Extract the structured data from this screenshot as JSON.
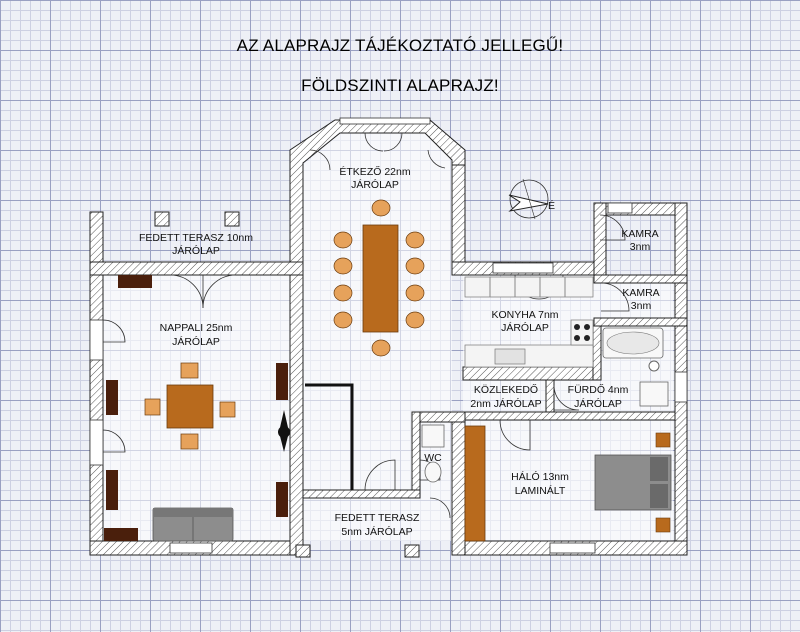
{
  "header": {
    "line1": "AZ ALAPRAJZ TÁJÉKOZTATÓ JELLEGŰ!",
    "line2": "FÖLDSZINTI ALAPRAJZ!"
  },
  "rooms": {
    "etkezo": {
      "name": "ÉTKEZŐ 22nm",
      "floor": "JÁRÓLAP"
    },
    "fedett_terasz_top": {
      "name": "FEDETT TERASZ 10nm",
      "floor": "JÁRÓLAP"
    },
    "nappali": {
      "name": "NAPPALI 25nm",
      "floor": "JÁRÓLAP"
    },
    "konyha": {
      "name": "KONYHA 7nm",
      "floor": "JÁRÓLAP"
    },
    "kamra1": {
      "name": "KAMRA",
      "size": "3nm"
    },
    "kamra2": {
      "name": "KAMRA",
      "size": "3nm"
    },
    "kozlekedo": {
      "name": "KÖZLEKEDŐ",
      "floor": "2nm JÁRÓLAP"
    },
    "furdo": {
      "name": "FÜRDŐ 4nm",
      "floor": "JÁRÓLAP"
    },
    "wc": {
      "name": "WC"
    },
    "halo": {
      "name": "HÁLÓ 13nm",
      "floor": "LAMINÁLT"
    },
    "fedett_terasz_bottom": {
      "name": "FEDETT TERASZ",
      "floor": "5nm JÁRÓLAP"
    }
  },
  "compass": {
    "label": "É"
  },
  "colors": {
    "grid_major": "#9aa0c2",
    "grid_minor": "#cdd0e2",
    "background": "#eef0f6",
    "wood": "#b86a1d",
    "chair": "#e6a25b",
    "dark_furniture": "#4a1f0c",
    "sofa": "#8d8d8d"
  }
}
